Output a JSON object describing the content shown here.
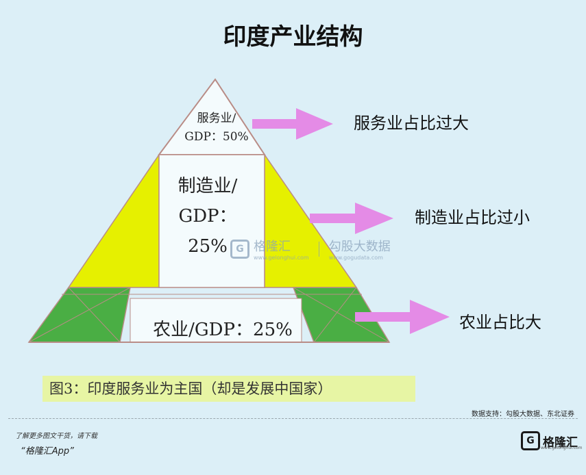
{
  "title": "印度产业结构",
  "pyramid": {
    "service_label": [
      "服务业/",
      "GDP：50%"
    ],
    "manufacturing_label": [
      "制造业/",
      "GDP：",
      "25%"
    ],
    "agriculture_label": "农业/GDP：25%"
  },
  "arrows": [
    {
      "text": "服务业占比过大"
    },
    {
      "text": "制造业占比过小"
    },
    {
      "text": "农业占比大"
    }
  ],
  "watermark": {
    "brand": "格隆汇",
    "product": "勾股大数据",
    "url": "www.gogudata.com",
    "brand_url": "www.gelonghui.com"
  },
  "caption": "图3：印度服务业为主国（却是发展中国家）",
  "source": "数据支持：勾股大数据、东北证券",
  "footer": {
    "line1": "了解更多图文干货，请下载",
    "line2": "“格隆汇App”",
    "logo_text": "格隆汇",
    "logo_url": "www.gelonghui.com"
  },
  "colors": {
    "yellow": "#e6f000",
    "green": "#4aae44",
    "arrow": "#e48be6",
    "outline": "#b98c86"
  }
}
